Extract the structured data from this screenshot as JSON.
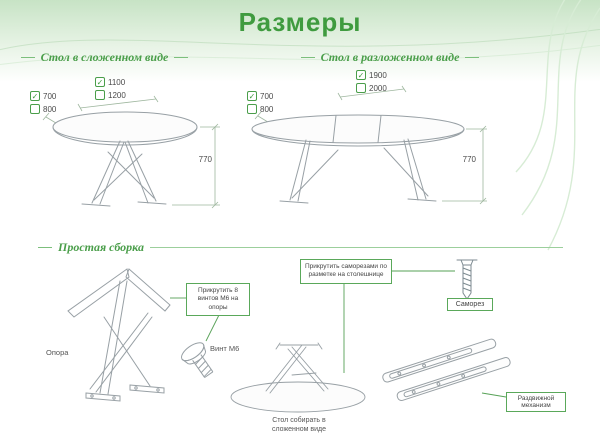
{
  "page": {
    "title": "Размеры"
  },
  "icons": {
    "check": "✓"
  },
  "colors": {
    "accent_green": "#4a9e4a",
    "drawing_gray": "#98a0a5"
  },
  "folded": {
    "heading": "Стол в сложенном виде",
    "width_options": [
      {
        "value": "1100",
        "checked": true
      },
      {
        "value": "1200",
        "checked": false
      }
    ],
    "depth_options": [
      {
        "value": "700",
        "checked": true
      },
      {
        "value": "800",
        "checked": false
      }
    ],
    "height": "770"
  },
  "unfolded": {
    "heading": "Стол в разложенном виде",
    "width_options": [
      {
        "value": "1900",
        "checked": true
      },
      {
        "value": "2000",
        "checked": false
      }
    ],
    "depth_options": [
      {
        "value": "700",
        "checked": true
      },
      {
        "value": "800",
        "checked": false
      }
    ],
    "height": "770"
  },
  "assembly": {
    "heading": "Простая сборка",
    "leg_label": "Опора",
    "bolt_label": "Винт М6",
    "bolt_callout": "Прикрутить 8 винтов М6 на опоры",
    "screw_callout": "Прикрутить саморезами по разметке на столешнице",
    "screw_label": "Саморез",
    "mechanism_label": "Раздвижной механизм",
    "note": "Стол собирать в сложенном виде"
  }
}
